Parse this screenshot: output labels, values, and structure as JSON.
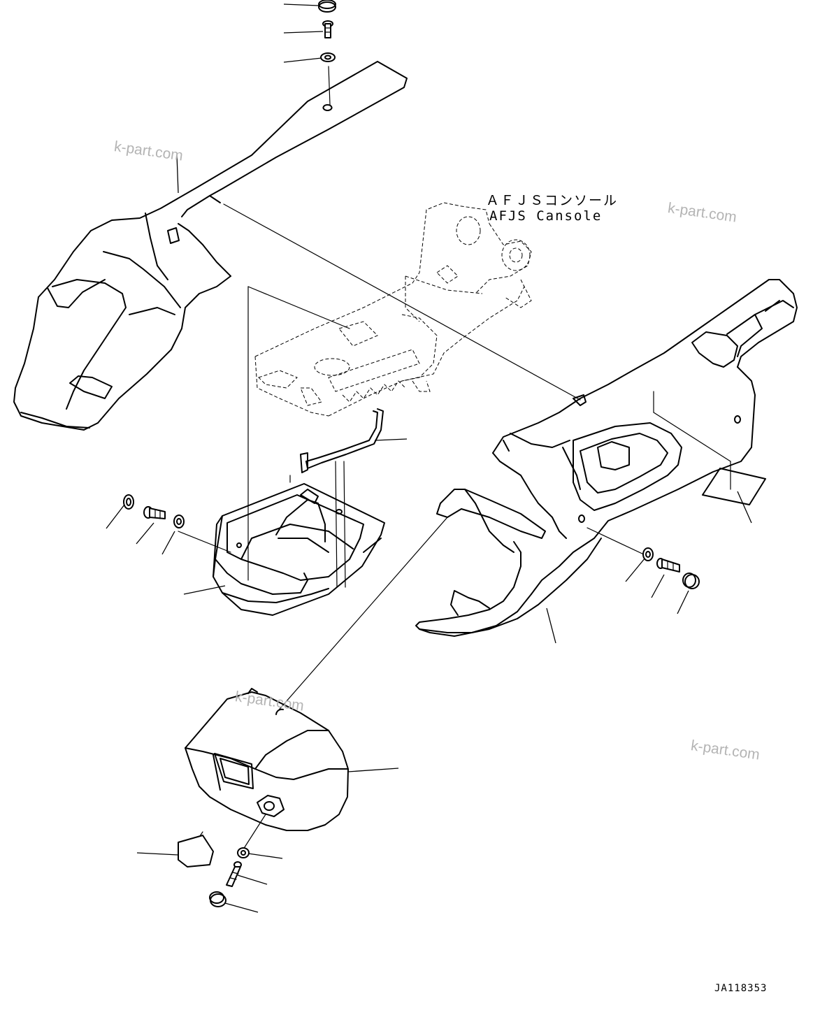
{
  "labels": {
    "console_jp": "ＡＦＪＳコンソール",
    "console_en": "AFJS Cansole",
    "drawing_code": "JA118353"
  },
  "watermarks": [
    "k-part.com",
    "k-part.com",
    "k-part.com",
    "k-part.com"
  ]
}
